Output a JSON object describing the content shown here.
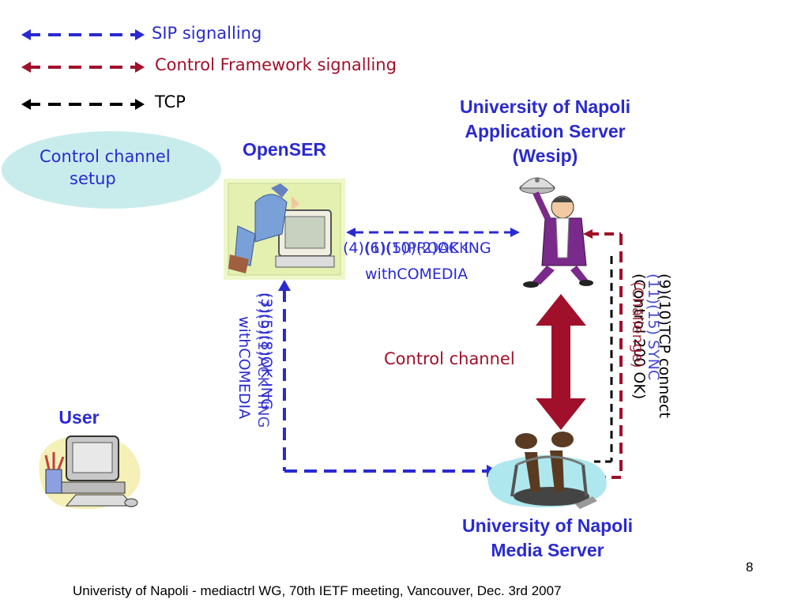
{
  "legend": {
    "sip_label": "SIP signalling",
    "control_label": "Control Framework signalling",
    "tcp_label": "TCP"
  },
  "colors": {
    "sip": "#2a2ad0",
    "control": "#a0102a",
    "tcp": "#000000",
    "bubble": "#c8ecec"
  },
  "bubble": {
    "line1": "Control channel",
    "line2": "setup"
  },
  "nodes": {
    "openser": "OpenSER",
    "as_line1": "University of Napoli",
    "as_line2": "Application Server",
    "as_line3": "(Wesip)",
    "ms_line1": "University of Napoli",
    "ms_line2": "Media Server",
    "user": "User"
  },
  "messages": {
    "top_line1": "(4)(6)(10)(2)OK ING",
    "top_line1b": "(1)(5)PROACK",
    "top_line2": "withCOMEDIA",
    "left_line1": "(3)(5)(8)OK ING",
    "left_line1b": "(7)(9)(1)ACK  TING",
    "left_line2": "withCOMEDIA",
    "right_line1": "(9)(10)TCP connect",
    "right_line1b": "(11)(15) SYNC",
    "right_line2": "(Control 200 OK)",
    "right_line2b": "(Challenge)"
  },
  "control_channel_label": "Control channel",
  "page_number": "8",
  "footer": "Univeristy of Napoli - mediactrl WG, 70th IETF meeting, Vancouver, Dec. 3rd 2007"
}
